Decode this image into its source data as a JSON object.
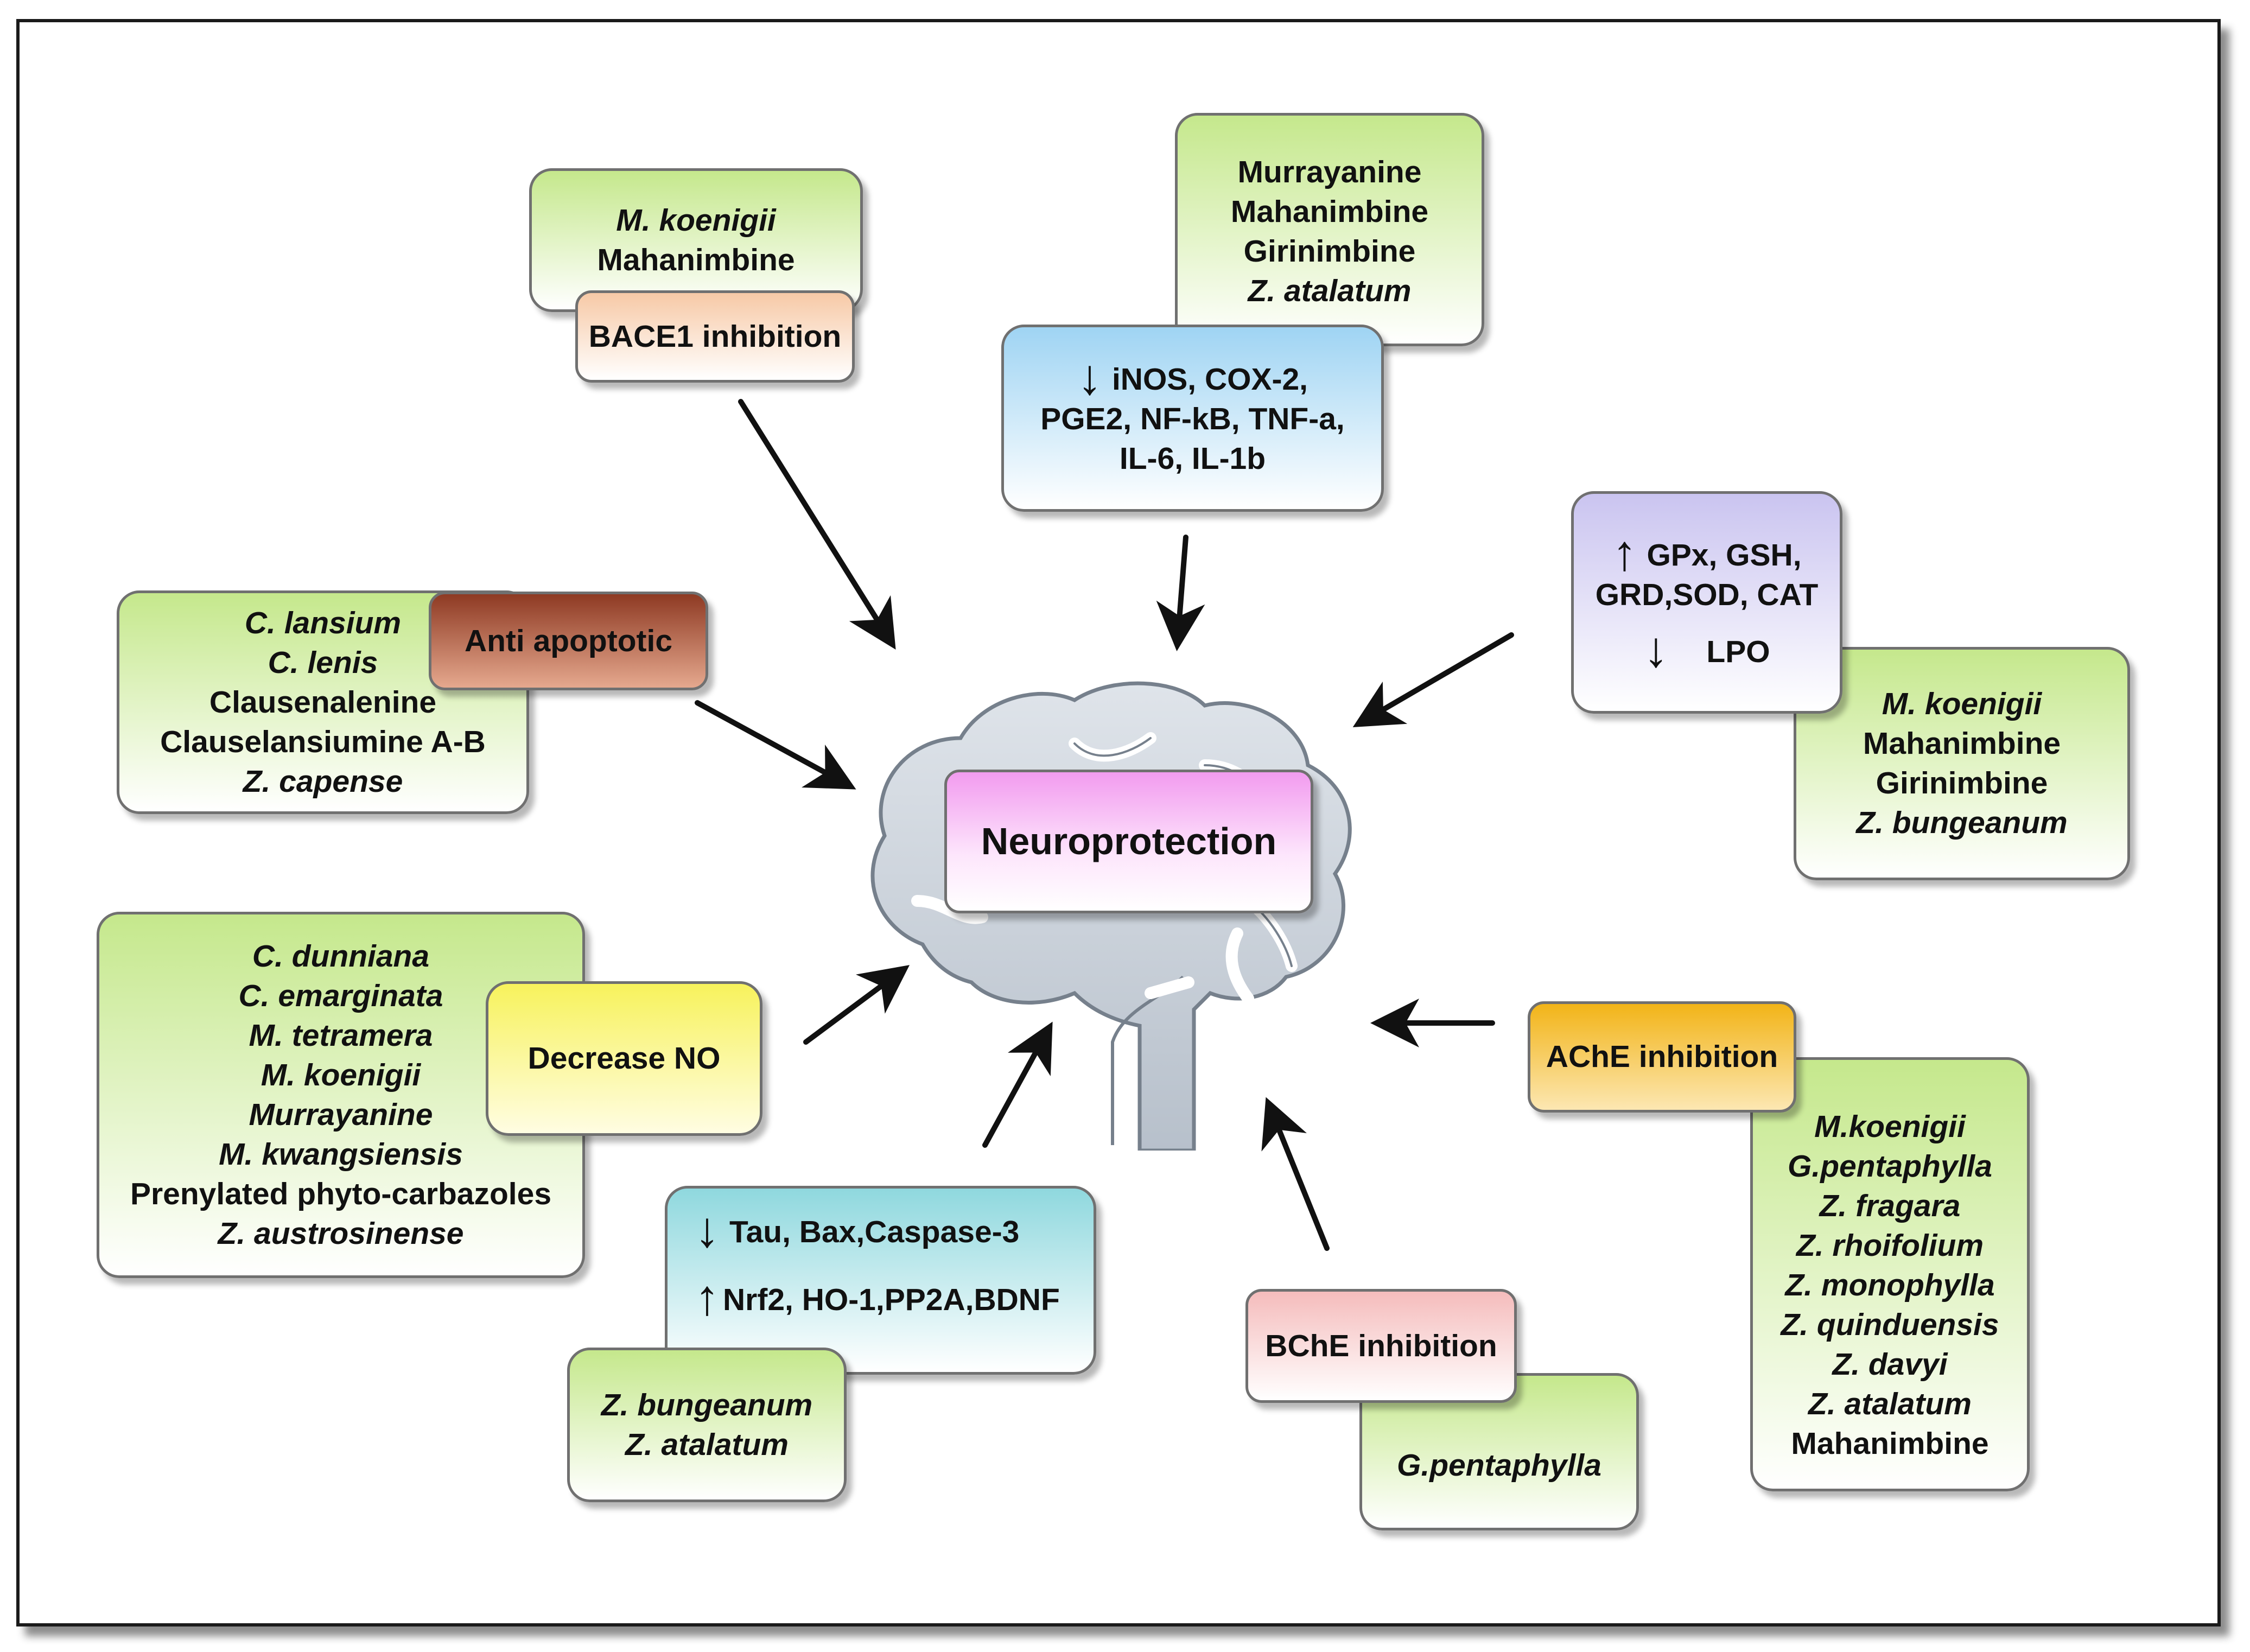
{
  "center": {
    "label": "Neuroprotection"
  },
  "colors": {
    "green_top": "#c5e88c",
    "bace1": "#f7c9a6",
    "inflammation": "#9fd4f3",
    "antioxidant": "#cac4f0",
    "anti_apoptotic": "#8e3a23",
    "decrease_no": "#f7f25c",
    "tau": "#8fd8de",
    "bche": "#f5bcbc",
    "ache": "#f2b418",
    "center": "#f29bef",
    "brain": "#c3ccd6"
  },
  "icons": {
    "up": "up-arrow-icon",
    "down": "down-arrow-icon"
  },
  "bace1": {
    "sources": [
      "M. koenigii",
      "Mahanimbine"
    ],
    "label": "BACE1 inhibition"
  },
  "inflammation": {
    "sources": [
      "Murrayanine",
      "Mahanimbine",
      "Girinimbine",
      "Z. atalatum"
    ],
    "lines": [
      "iNOS, COX-2,",
      "PGE2, NF-kB, TNF-a,",
      "IL-6, IL-1b"
    ]
  },
  "antioxidant": {
    "up_text": "GPx, GSH,",
    "up_text2": "GRD,SOD, CAT",
    "down_text": "LPO",
    "sources": [
      "M. koenigii",
      "Mahanimbine",
      "Girinimbine",
      "Z. bungeanum"
    ]
  },
  "anti_apoptotic": {
    "label": "Anti apoptotic",
    "sources": [
      "C. lansium",
      "C. lenis",
      "Clausenalenine",
      "Clauselansiumine A-B",
      "Z. capense"
    ]
  },
  "decrease_no": {
    "label": "Decrease NO",
    "sources": [
      "C. dunniana",
      "C. emarginata",
      "M. tetramera",
      "M. koenigii",
      "Murrayanine",
      "M. kwangsiensis",
      "Prenylated phyto-carbazoles",
      "Z. austrosinense"
    ]
  },
  "tau": {
    "down_text": "Tau, Bax,Caspase-3",
    "up_text": "Nrf2, HO-1,PP2A,BDNF",
    "sources": [
      "Z. bungeanum",
      "Z. atalatum"
    ]
  },
  "bche": {
    "label": "BChE inhibition",
    "sources": [
      "G.pentaphylla"
    ]
  },
  "ache": {
    "label": "AChE inhibition",
    "sources": [
      "M.koenigii",
      "G.pentaphylla",
      "Z. fragara",
      "Z. rhoifolium",
      "Z. monophylla",
      "Z. quinduensis",
      "Z. davyi",
      "Z. atalatum",
      "Mahanimbine"
    ]
  }
}
